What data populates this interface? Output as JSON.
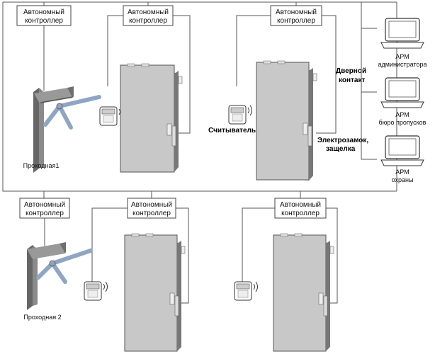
{
  "controller": {
    "line1": "Автономный",
    "line2": "контроллер"
  },
  "labels": {
    "turnstile1": "Проходная1",
    "turnstile2": "Проходная 2",
    "reader": "Считыватель",
    "door_contact_line1": "Дверной",
    "door_contact_line2": "контакт",
    "lock_line1": "Электрозамок,",
    "lock_line2": "защелка"
  },
  "workstations": [
    {
      "line1": "АРМ",
      "line2": "администратора"
    },
    {
      "line1": "АРМ",
      "line2": "бюро пропусков"
    },
    {
      "line1": "АРМ",
      "line2": "охраны"
    }
  ],
  "colors": {
    "door_face": "#c8c8c8",
    "door_edge": "#555555",
    "turnstile_top": "#8a8a8a",
    "turnstile_arm": "#8fa5c2",
    "wire": "#555555"
  }
}
